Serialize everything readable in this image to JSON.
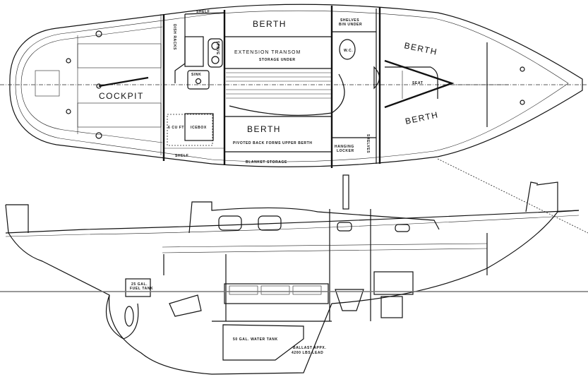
{
  "plan_view": {
    "cockpit": "COCKPIT",
    "dish_racks": "DISH RACKS",
    "shelf_top": "SHELF",
    "stove": "STOVE",
    "sink": "SINK",
    "berth_top": "BERTH",
    "extension_transom": "EXTENSION TRANSOM",
    "storage_under": "STORAGE UNDER",
    "icebox_size": "6 CU FT",
    "icebox": "ICEBOX",
    "berth_bottom": "BERTH",
    "pivoted_back": "PIVOTED BACK FORMS UPPER BERTH",
    "blanket_storage": "BLANKET STORAGE",
    "shelf_bottom": "SHELF",
    "shelves_bin_1": "SHELVES",
    "shelves_bin_2": "BIN UNDER",
    "wc": "W.C.",
    "hanging_locker_1": "HANGING",
    "hanging_locker_2": "LOCKER",
    "shelves_vertical": "SHELVES",
    "berth_fwd_port": "BERTH",
    "berth_fwd_stbd": "BERTH",
    "seat": "SEAT"
  },
  "profile_view": {
    "fuel_tank_1": "25 GAL.",
    "fuel_tank_2": "FUEL TANK",
    "water_tank": "50 GAL. WATER TANK",
    "ballast_1": "BALLAST APPX.",
    "ballast_2": "4200 LBS LEAD"
  }
}
